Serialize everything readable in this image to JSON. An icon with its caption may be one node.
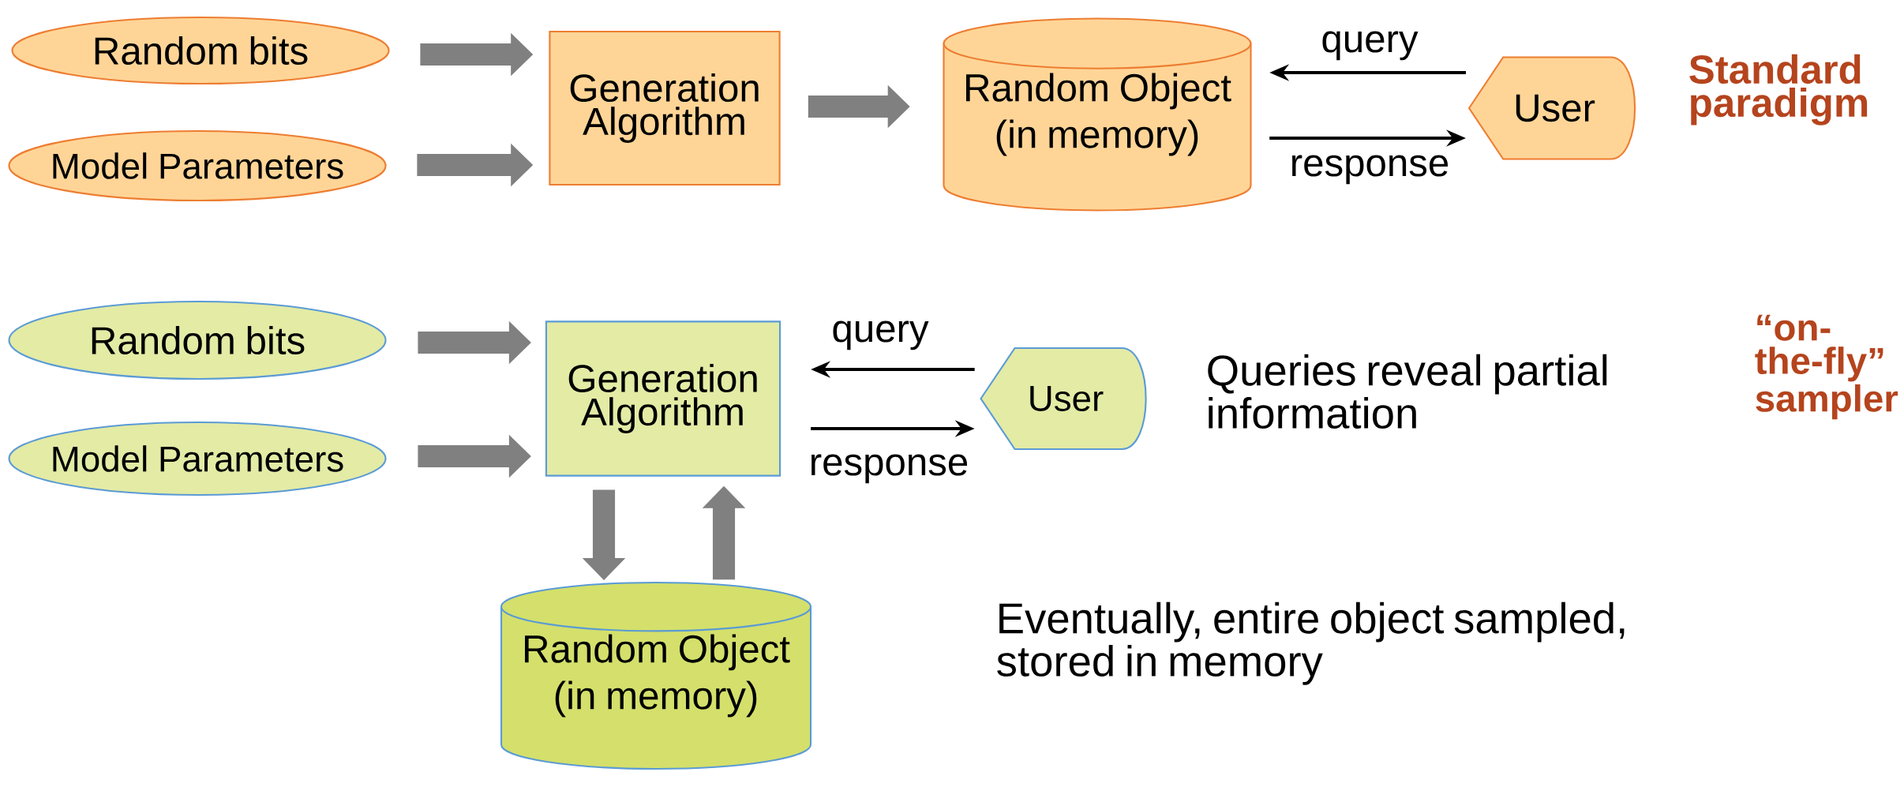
{
  "diagram": {
    "nodes": [
      {
        "text": [
          "Random bits"
        ]
      },
      {
        "text": [
          "Model Parameters"
        ]
      },
      {
        "text": [
          "Generation Algorithm"
        ]
      },
      {
        "text": [
          "Random Object (in memory)"
        ]
      },
      {
        "text": [
          "User"
        ]
      },
      {
        "text": [
          "Random bits"
        ]
      },
      {
        "text": [
          "Model Parameters"
        ]
      },
      {
        "text": [
          "Generation Algorithm"
        ]
      },
      {
        "text": [
          "User"
        ]
      },
      {
        "text": [
          "Random Object (in memory)"
        ]
      }
    ],
    "edges": [
      {
        "from": 0,
        "to": 2,
        "arrow": "to"
      },
      {
        "from": 1,
        "to": 2,
        "arrow": "to"
      },
      {
        "from": 2,
        "to": 3,
        "arrow": "to"
      },
      {
        "from": 4,
        "to": 3,
        "arrow": "to",
        "label": "query",
        "color": "#000000"
      },
      {
        "from": 3,
        "to": 4,
        "arrow": "to",
        "label": "response",
        "color": "#000000"
      },
      {
        "from": 5,
        "to": 7,
        "arrow": "to"
      },
      {
        "from": 6,
        "to": 7,
        "arrow": "to"
      },
      {
        "from": 8,
        "to": 7,
        "arrow": "to",
        "label": "query",
        "color": "#000000"
      },
      {
        "from": 7,
        "to": 8,
        "arrow": "to",
        "label": "response",
        "color": "#000000"
      },
      {
        "from": 7,
        "to": 9,
        "arrow": "to"
      },
      {
        "from": 9,
        "to": 7,
        "arrow": "to"
      }
    ],
    "labels": [
      "Standard paradigm",
      "“on-the-fly” sampler",
      "Queries reveal partial information",
      "Eventually, entire object sampled, stored in memory"
    ]
  }
}
